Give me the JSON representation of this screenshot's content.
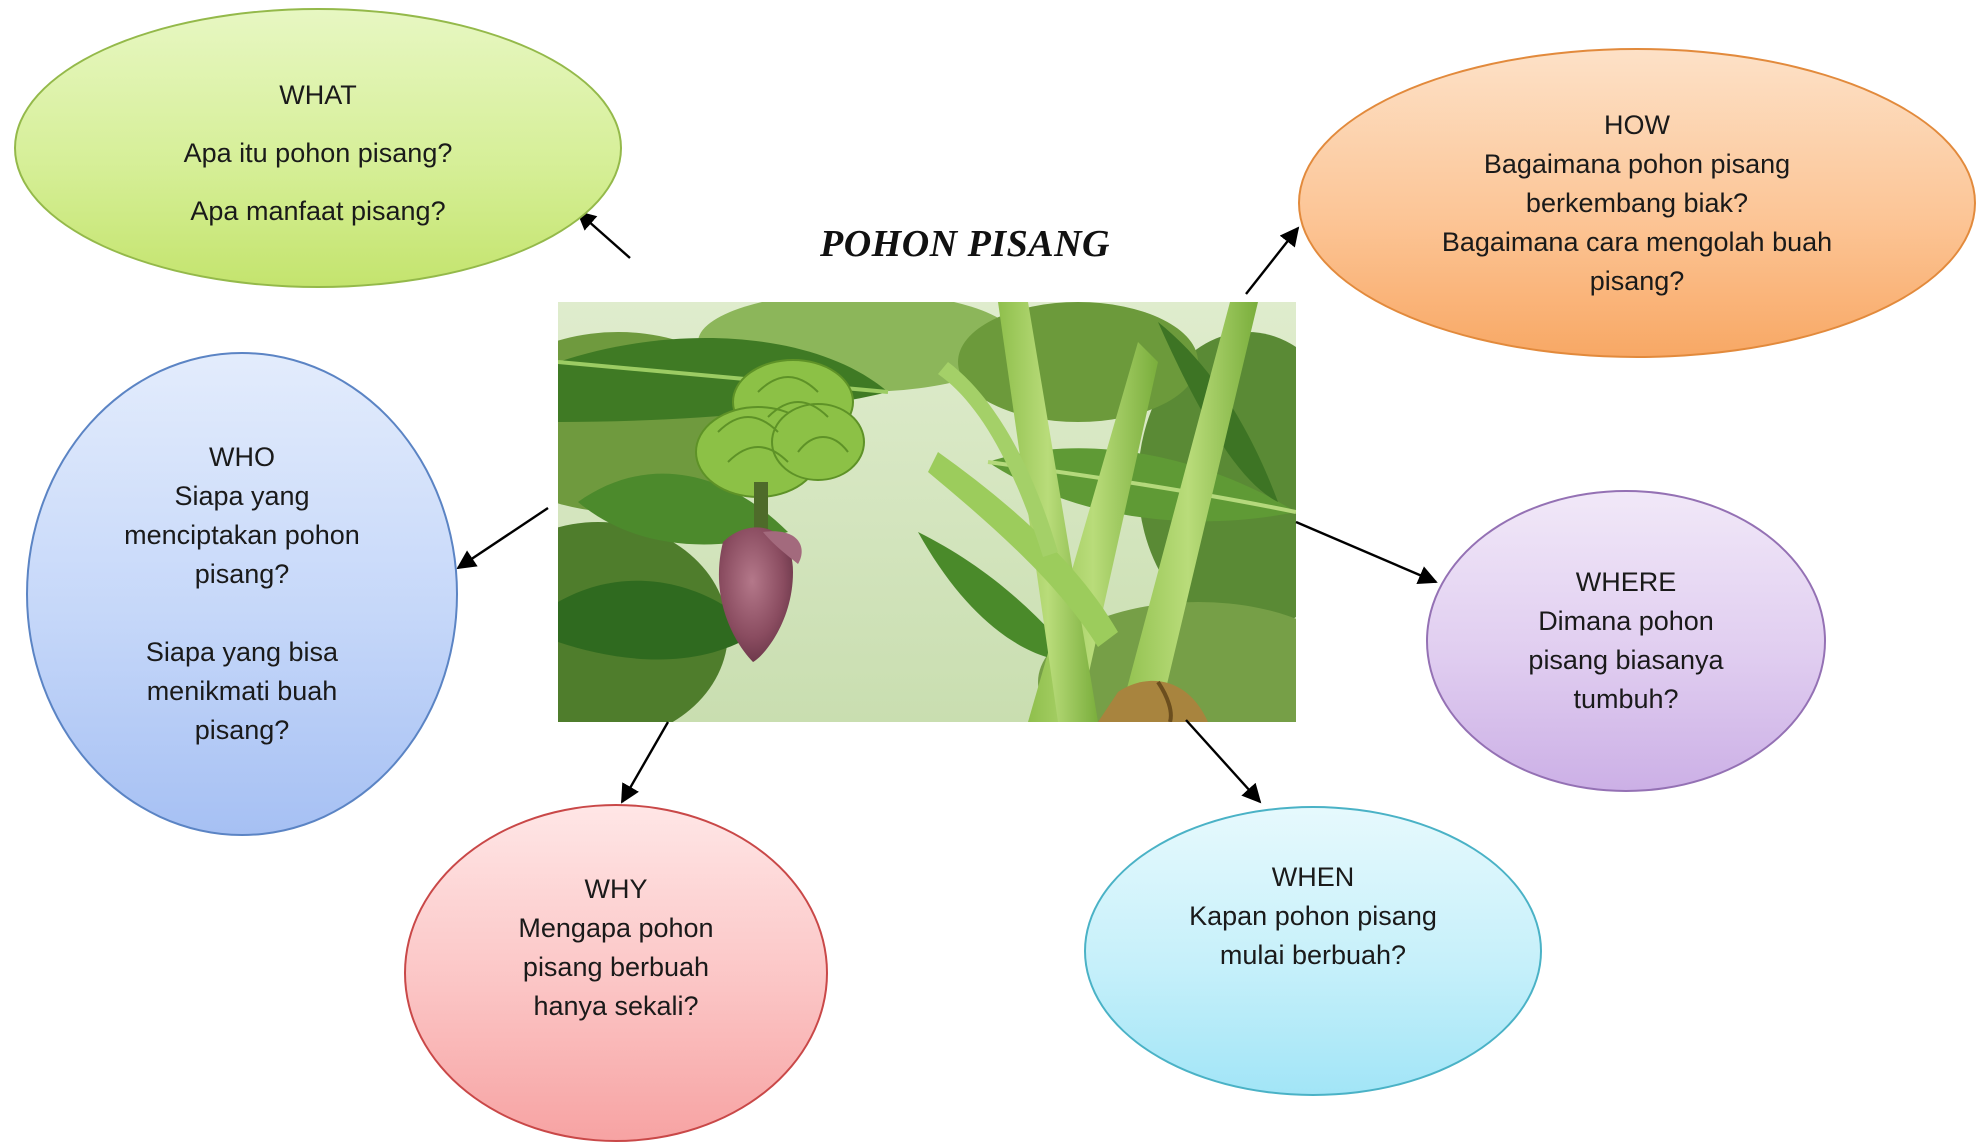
{
  "title": "POHON PISANG",
  "nodes": {
    "what": {
      "heading": "WHAT",
      "lines": [
        "Apa itu pohon pisang?",
        "Apa manfaat pisang?"
      ]
    },
    "how": {
      "heading": "HOW",
      "lines": [
        "Bagaimana pohon pisang",
        "berkembang biak?",
        "Bagaimana cara mengolah buah",
        "pisang?"
      ]
    },
    "who": {
      "heading": "WHO",
      "lines": [
        "Siapa yang",
        "menciptakan pohon",
        "pisang?",
        "Siapa yang bisa",
        "menikmati buah",
        "pisang?"
      ]
    },
    "where": {
      "heading": "WHERE",
      "lines": [
        "Dimana pohon",
        "pisang biasanya",
        "tumbuh?"
      ]
    },
    "why": {
      "heading": "WHY",
      "lines": [
        "Mengapa pohon",
        "pisang berbuah",
        "hanya sekali?"
      ]
    },
    "when": {
      "heading": "WHEN",
      "lines": [
        "Kapan pohon pisang",
        "mulai berbuah?"
      ]
    }
  },
  "colors": {
    "what": "#d6ef98",
    "how": "#fcc596",
    "who": "#c5d7f9",
    "where": "#e0cdf0",
    "why": "#fbc4c4",
    "when": "#c6f0fa"
  }
}
